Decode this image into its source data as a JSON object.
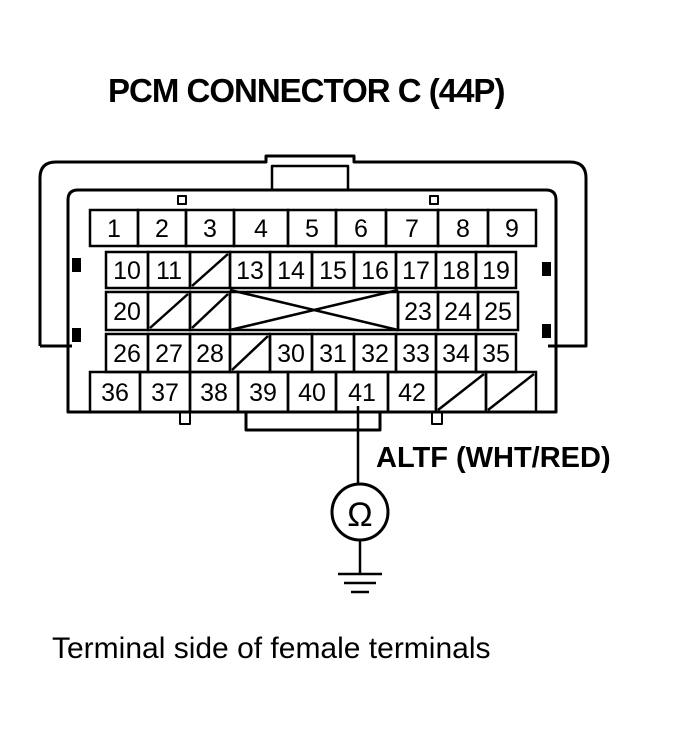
{
  "title": "PCM CONNECTOR C (44P)",
  "wire_label": "ALTF (WHT/RED)",
  "caption": "Terminal side of female terminals",
  "meter_symbol": "Ω",
  "meter_icon": "ohmmeter-icon",
  "ground_icon": "ground-icon",
  "rows": [
    [
      "1",
      "2",
      "3",
      "4",
      "5",
      "6",
      "7",
      "8",
      "9"
    ],
    [
      "10",
      "11",
      "",
      "13",
      "14",
      "15",
      "16",
      "17",
      "18",
      "19"
    ],
    [
      "20",
      "",
      "",
      "",
      "23",
      "24",
      "25"
    ],
    [
      "26",
      "27",
      "28",
      "",
      "30",
      "31",
      "32",
      "33",
      "34",
      "35"
    ],
    [
      "36",
      "37",
      "38",
      "39",
      "40",
      "41",
      "42",
      "",
      ""
    ]
  ]
}
